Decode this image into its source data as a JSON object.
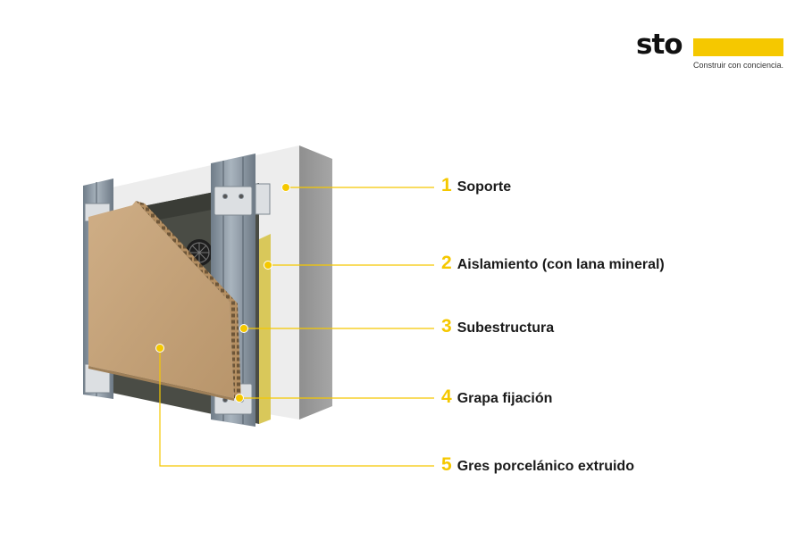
{
  "logo": {
    "word": "sto",
    "tagline": "Construir con conciencia."
  },
  "callouts": [
    {
      "number": "1",
      "label": "Soporte"
    },
    {
      "number": "2",
      "label": "Aislamiento (con lana mineral)"
    },
    {
      "number": "3",
      "label": "Subestructura"
    },
    {
      "number": "4",
      "label": "Grapa fijación"
    },
    {
      "number": "5",
      "label": "Gres porcelánico extruido"
    }
  ],
  "colors": {
    "accent": "#f5c800",
    "text": "#1a1a1a"
  }
}
